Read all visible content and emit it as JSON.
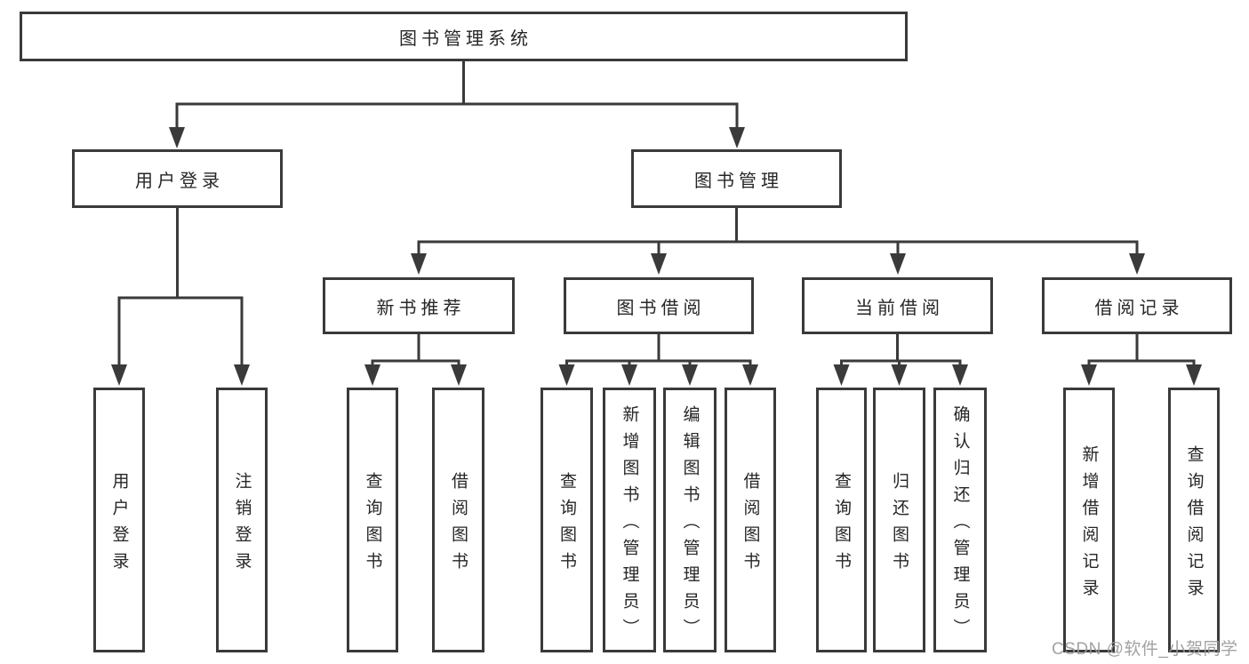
{
  "diagram": {
    "root": "图书管理系统",
    "login": {
      "label": "用户登录",
      "children": [
        "用户登录",
        "注销登录"
      ]
    },
    "management": {
      "label": "图书管理",
      "sections": [
        {
          "label": "新书推荐",
          "children": [
            "查询图书",
            "借阅图书"
          ]
        },
        {
          "label": "图书借阅",
          "children": [
            "查询图书",
            "新增图书（管理员）",
            "编辑图书（管理员）",
            "借阅图书"
          ]
        },
        {
          "label": "当前借阅",
          "children": [
            "查询图书",
            "归还图书",
            "确认归还（管理员）"
          ]
        },
        {
          "label": "借阅记录",
          "children": [
            "新增借阅记录",
            "查询借阅记录"
          ]
        }
      ]
    }
  },
  "watermark": "CSDN @软件_小贺同学",
  "colors": {
    "line": "#3a3a3a",
    "text": "#262626",
    "watermark": "#9b9b9b"
  }
}
